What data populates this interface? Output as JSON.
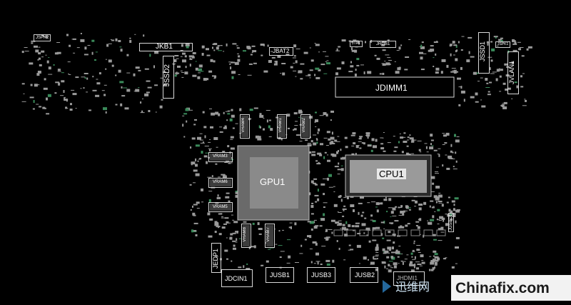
{
  "colors": {
    "background": "#000000",
    "outline": "#d8d8d8",
    "chip_fill": "#8a8a8a",
    "dots": "#9a9a9a",
    "green": "#3a8a5a",
    "watermark_bg": "#f2f2f2",
    "watermark_text": "#1a1a1a",
    "watermark_blue": "#2a7ab8"
  },
  "connectors": {
    "jspk2": "JSPK2",
    "jkb1": "JKB1",
    "jssd2": "JSSD2",
    "jbat2": "JBAT2",
    "jtp1": "JTP1",
    "jrgb1": "JRGB1",
    "jssd1": "JSSD1",
    "jspk1": "JSPK1",
    "jvlan1": "JVLAN1",
    "jdimm1": "JDIMM1",
    "jedp1": "JEDP1",
    "jdcin1": "JDCIN1",
    "jusb1": "JUSB1",
    "jusb3": "JUSB3",
    "jusb2": "JUSB2",
    "jhdmi1": "JHDMI1",
    "jusbc1": "JUSBC1"
  },
  "chips": {
    "gpu1": "GPU1",
    "cpu1": "CPU1",
    "vram1": "VRAM1",
    "vram2": "VRAM2",
    "vram3": "VRAM3",
    "vram4": "VRAM4",
    "vram5": "VRAM5",
    "vram6": "VRAM6",
    "vram7": "VRAM7",
    "vram8": "VRAM8"
  },
  "watermark": {
    "cn": "迅维网",
    "en": "Chinafix.com"
  }
}
